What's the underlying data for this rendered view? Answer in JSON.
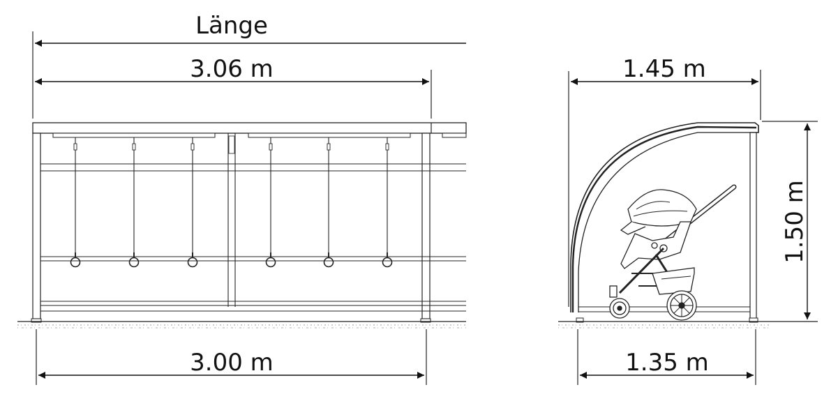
{
  "front_view": {
    "label_length": "Länge",
    "dim_top": "3.06 m",
    "dim_bottom": "3.00 m",
    "hooks": 6
  },
  "side_view": {
    "dim_top": "1.45 m",
    "dim_bottom": "1.35 m",
    "dim_height": "1.50 m"
  },
  "colors": {
    "line": "#222222",
    "ground": "#9a9a9a"
  }
}
